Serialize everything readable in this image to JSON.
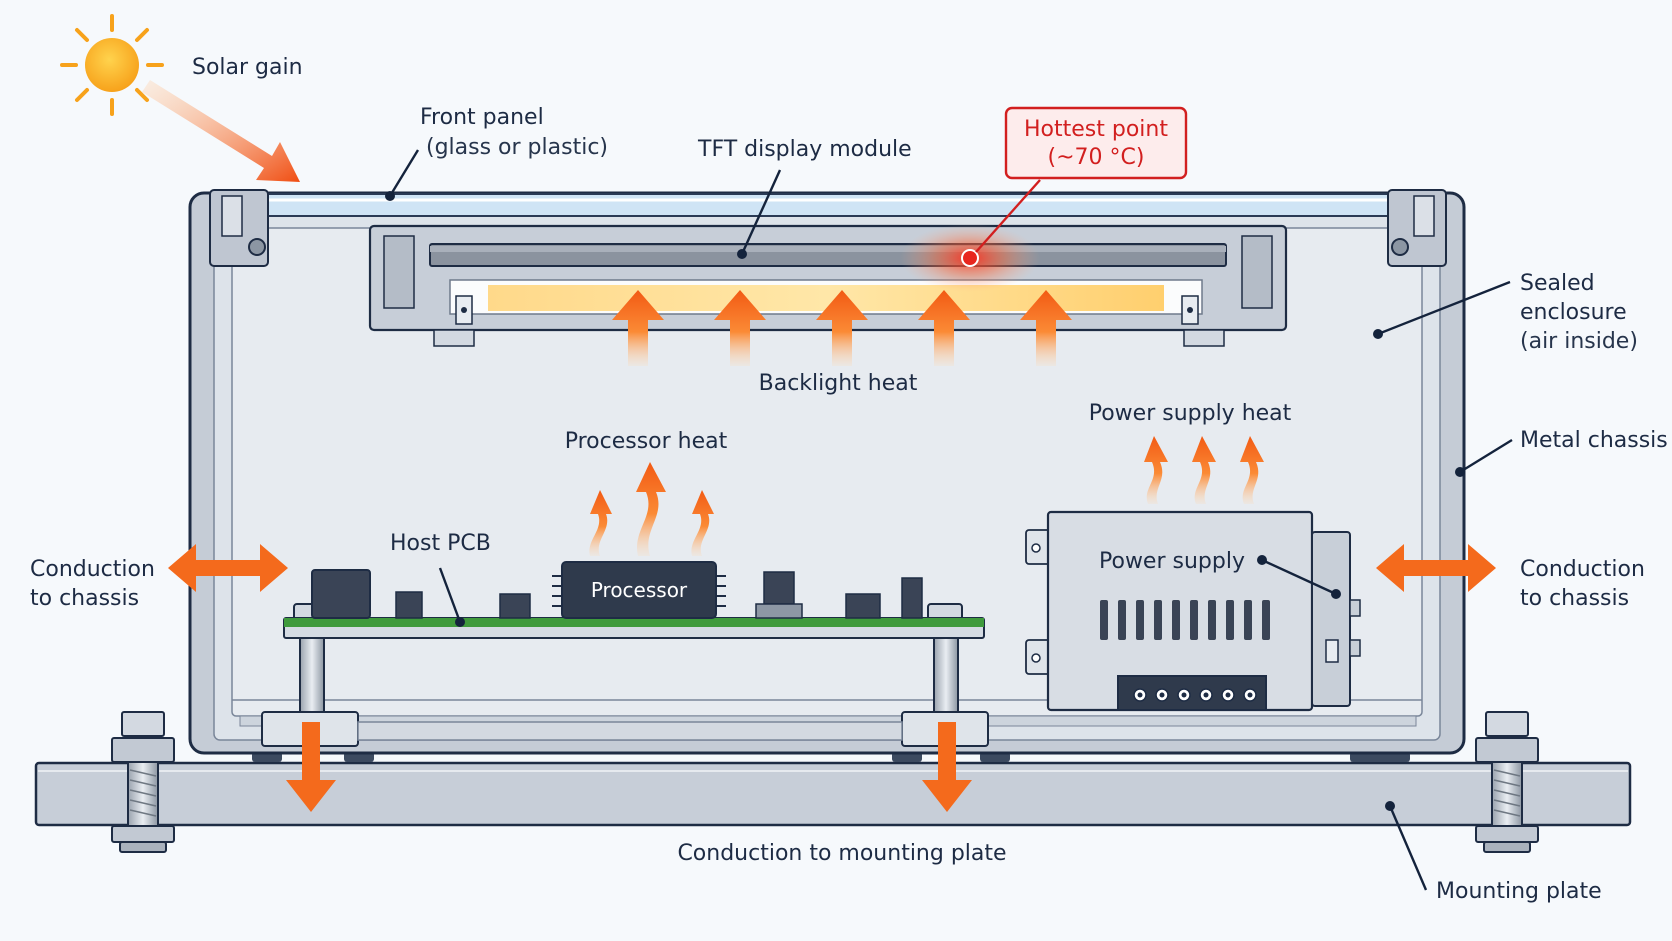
{
  "labels": {
    "solar_gain": "Solar gain",
    "front_panel": "Front panel",
    "front_panel_sub": "(glass or plastic)",
    "tft_module": "TFT display module",
    "hottest_point": "Hottest point",
    "hottest_temp": "(~70 °C)",
    "sealed_enclosure_1": "Sealed",
    "sealed_enclosure_2": "enclosure",
    "sealed_enclosure_3": "(air inside)",
    "metal_chassis": "Metal chassis",
    "backlight_heat": "Backlight heat",
    "processor_heat": "Processor heat",
    "power_supply_heat": "Power supply heat",
    "host_pcb": "Host PCB",
    "processor": "Processor",
    "power_supply": "Power supply",
    "conduction_left_1": "Conduction",
    "conduction_left_2": "to chassis",
    "conduction_right_1": "Conduction",
    "conduction_right_2": "to chassis",
    "conduction_mounting": "Conduction to mounting plate",
    "mounting_plate": "Mounting plate"
  },
  "colors": {
    "heat_arrow": "#f46a1c",
    "hot_spot": "#e8261f",
    "leader": "#14233c",
    "chassis": "#d7dde6",
    "pcb": "#3f9a3c"
  }
}
